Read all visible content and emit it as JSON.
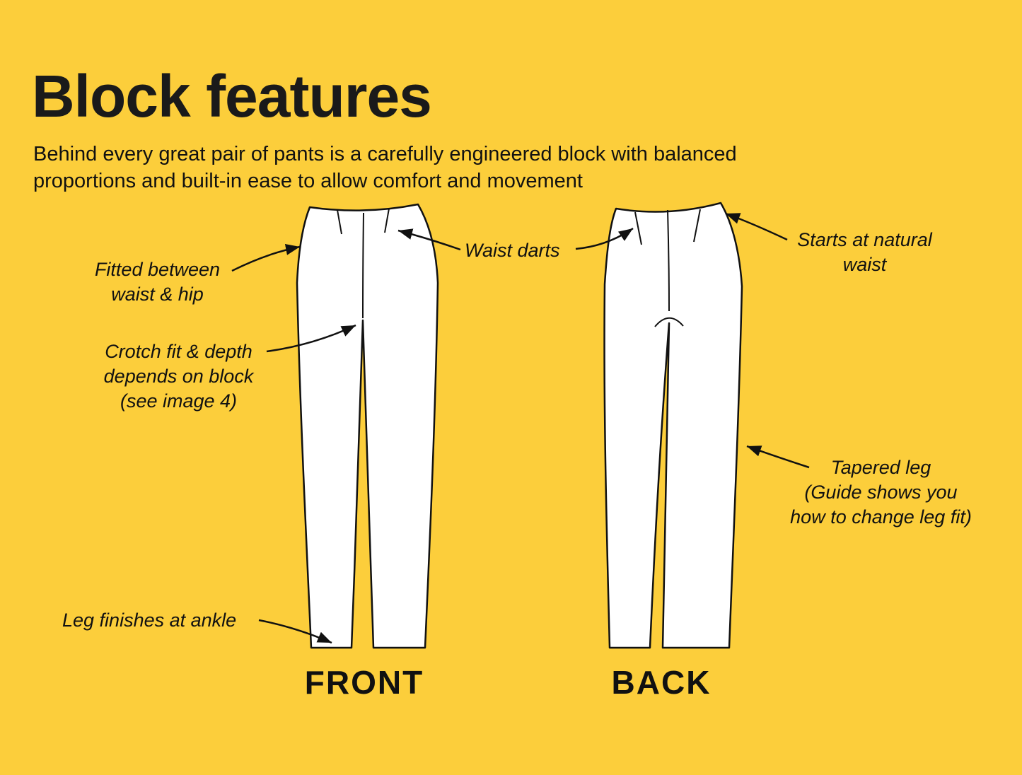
{
  "page": {
    "title": "Block features",
    "subtitle": "Behind every great pair of pants is a carefully engineered block with balanced\nproportions and built-in ease to allow comfort and movement",
    "background_color": "#FCCE3B",
    "ink_color": "#111111",
    "pants_fill_color": "#FFFFFF"
  },
  "labels": {
    "fitted_waist_hip": "Fitted between\nwaist & hip",
    "waist_darts": "Waist darts",
    "crotch_fit": "Crotch fit & depth\ndepends on block\n(see image 4)",
    "leg_finishes": "Leg finishes at ankle",
    "natural_waist": "Starts at natural\nwaist",
    "tapered_leg": "Tapered leg\n(Guide shows you\nhow to change leg fit)"
  },
  "captions": {
    "front": "FRONT",
    "back": "BACK"
  }
}
